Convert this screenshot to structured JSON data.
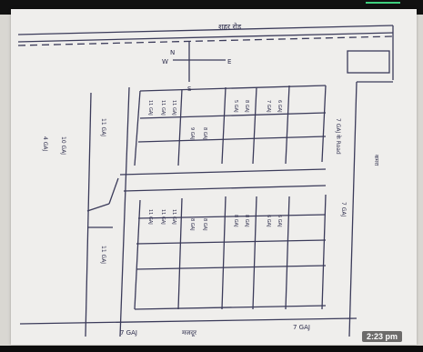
{
  "map": {
    "road_top": "शहर रोड",
    "north_letter": "N",
    "south_letter": "S",
    "east_letter": "E",
    "west_letter": "W",
    "left_plot_a": "4 GAJ",
    "left_plot_b": "10 GAJ",
    "left_plot_c": "11 GAJ",
    "left_plot_d": "11 GAJ",
    "col2_top": [
      "11 GAJ",
      "11 GAJ",
      "11 GAJ"
    ],
    "col2_mid": [
      "11 GAJ",
      "11 GAJ",
      "11 GAJ"
    ],
    "col3_labels": [
      "9 GAJ",
      "8 GAJ",
      "8 GAJ",
      "8 GAJ"
    ],
    "col4_labels": [
      "5 GAJ",
      "8 GAJ",
      "8 GAJ",
      "8 GAJ"
    ],
    "col5_labels": [
      "7 GAJ",
      "6 GAJ",
      "6 GAJ",
      "6 GAJ"
    ],
    "road_vertical": "7 GAJ के Road",
    "road_right": "7 GAJ",
    "side_label": "कमरा",
    "bottom_left": "7 GAJ",
    "bottom_label": "मजदूर",
    "bottom_right": "7 GAJ"
  },
  "timestamp": "2:23 pm"
}
